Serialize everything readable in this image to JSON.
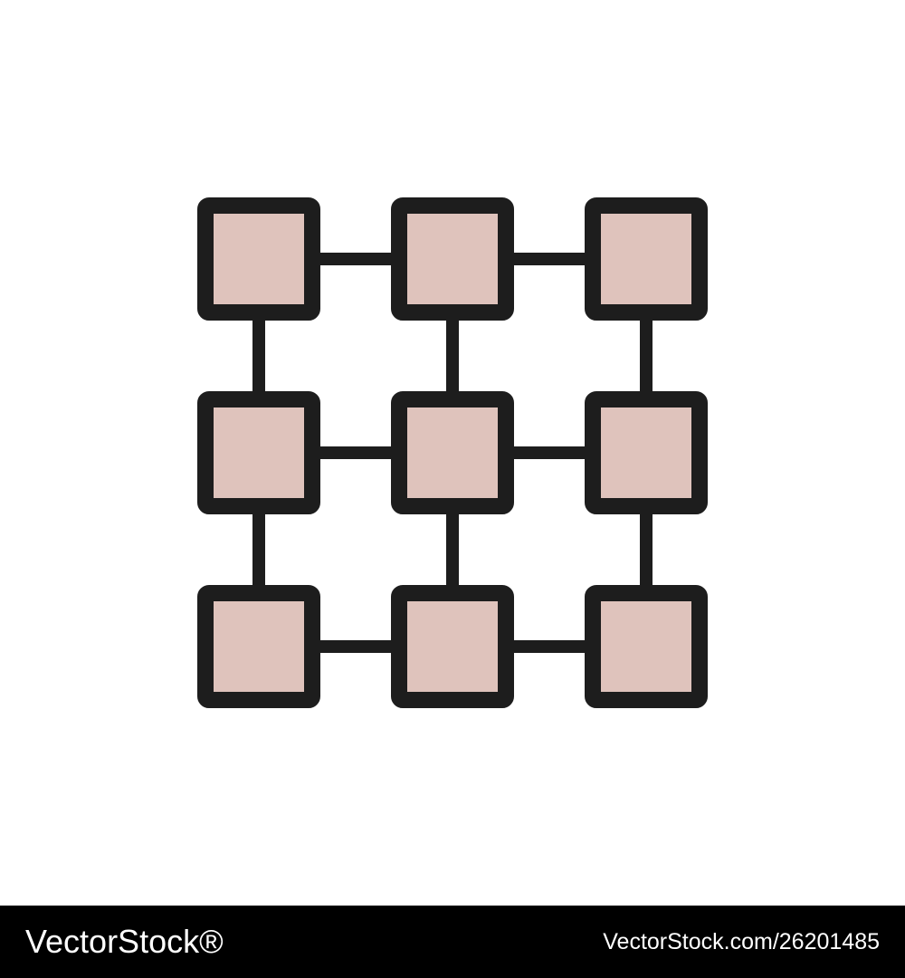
{
  "icon": {
    "name": "network-grid-icon",
    "fill_color": "#dfc3bc",
    "stroke_color": "#1d1d1d",
    "rows": 3,
    "columns": 3
  },
  "footer": {
    "brand": "VectorStock®",
    "id_text": "VectorStock.com/26201485",
    "background": "#000000",
    "text_color": "#ffffff"
  }
}
